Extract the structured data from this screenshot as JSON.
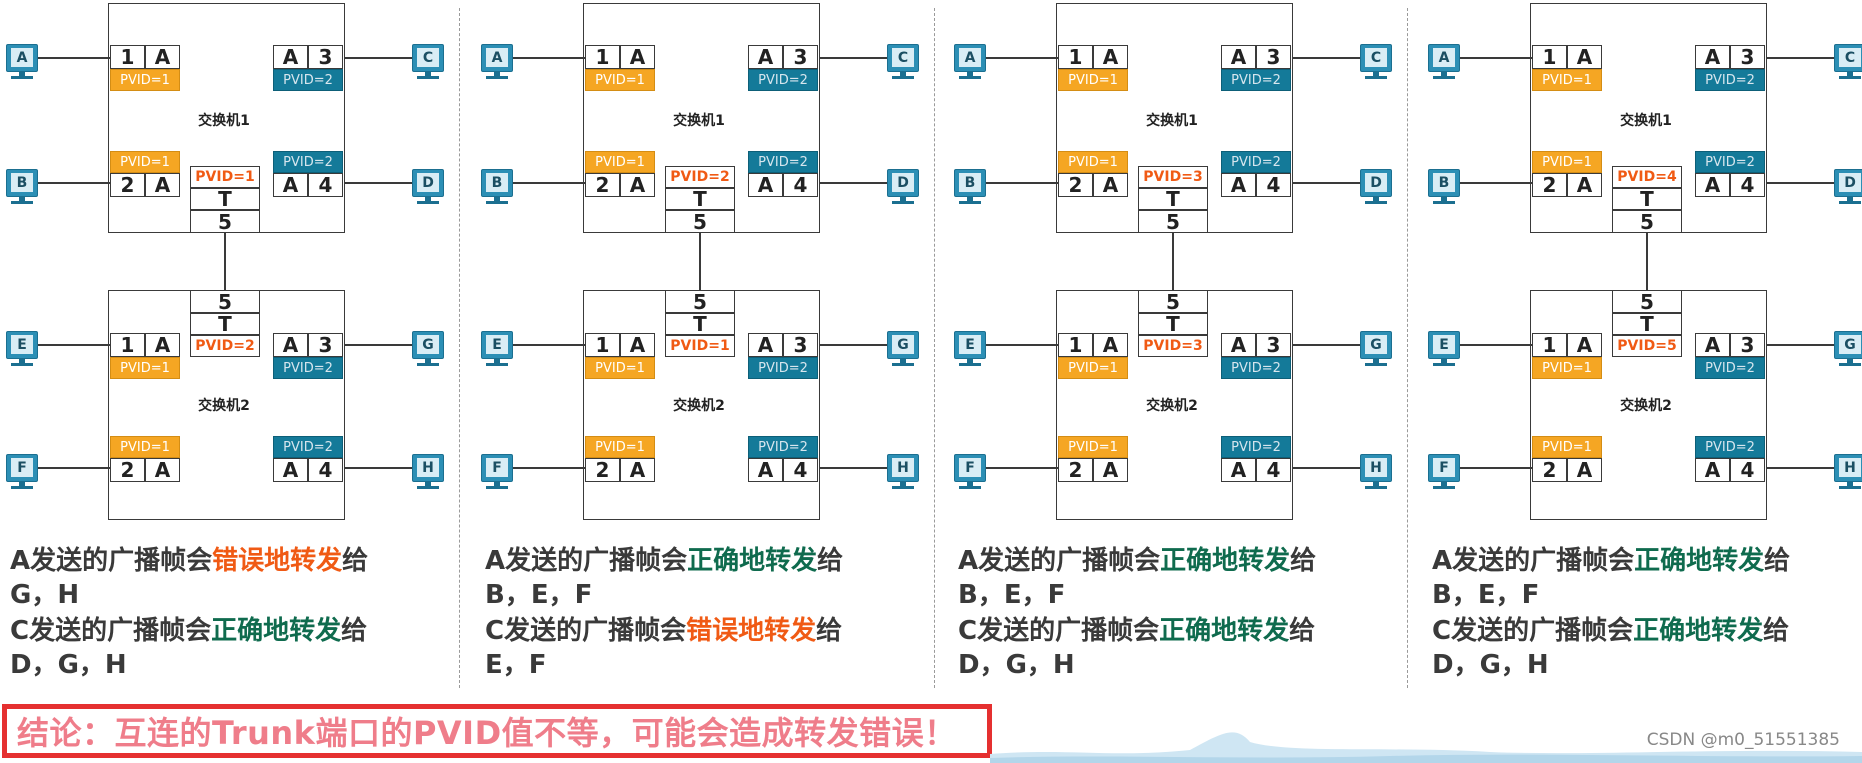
{
  "switch1_label": "交换机1",
  "switch2_label": "交换机2",
  "trunk_letter": "T",
  "trunk_port": "5",
  "access_letter": "A",
  "ports": {
    "p1": "1",
    "p2": "2",
    "p3": "3",
    "p4": "4"
  },
  "hosts": {
    "A": "A",
    "B": "B",
    "C": "C",
    "D": "D",
    "E": "E",
    "F": "F",
    "G": "G",
    "H": "H"
  },
  "vlan_pvid": {
    "orange": "PVID=1",
    "teal": "PVID=2"
  },
  "panels": [
    {
      "sw1_trunk_pvid": "PVID=1",
      "sw2_trunk_pvid": "PVID=2",
      "line1_prefix": "A发送的广播帧会",
      "line1_result": "错误地转发",
      "line1_result_type": "wrong",
      "line1_suffix": "给",
      "line1_targets": "G，H",
      "line2_prefix": "C发送的广播帧会",
      "line2_result": "正确地转发",
      "line2_result_type": "right",
      "line2_suffix": "给",
      "line2_targets": "D，G，H"
    },
    {
      "sw1_trunk_pvid": "PVID=2",
      "sw2_trunk_pvid": "PVID=1",
      "line1_prefix": "A发送的广播帧会",
      "line1_result": "正确地转发",
      "line1_result_type": "right",
      "line1_suffix": "给",
      "line1_targets": "B，E，F",
      "line2_prefix": "C发送的广播帧会",
      "line2_result": "错误地转发",
      "line2_result_type": "wrong",
      "line2_suffix": "给",
      "line2_targets": "E，F"
    },
    {
      "sw1_trunk_pvid": "PVID=3",
      "sw2_trunk_pvid": "PVID=3",
      "line1_prefix": "A发送的广播帧会",
      "line1_result": "正确地转发",
      "line1_result_type": "right",
      "line1_suffix": "给",
      "line1_targets": "B，E，F",
      "line2_prefix": "C发送的广播帧会",
      "line2_result": "正确地转发",
      "line2_result_type": "right",
      "line2_suffix": "给",
      "line2_targets": "D，G，H"
    },
    {
      "sw1_trunk_pvid": "PVID=4",
      "sw2_trunk_pvid": "PVID=5",
      "line1_prefix": "A发送的广播帧会",
      "line1_result": "正确地转发",
      "line1_result_type": "right",
      "line1_suffix": "给",
      "line1_targets": "B，E，F",
      "line2_prefix": "C发送的广播帧会",
      "line2_result": "正确地转发",
      "line2_result_type": "right",
      "line2_suffix": "给",
      "line2_targets": "D，G，H"
    }
  ],
  "conclusion": "结论：互连的Trunk端口的PVID值不等，可能会造成转发错误！",
  "watermark": "CSDN @m0_51551385",
  "colors": {
    "vlan1": "#f5a623",
    "vlan2": "#147a99",
    "wrong": "#f05a14",
    "right": "#0f6b4e",
    "conclusion_border": "#e53030"
  }
}
